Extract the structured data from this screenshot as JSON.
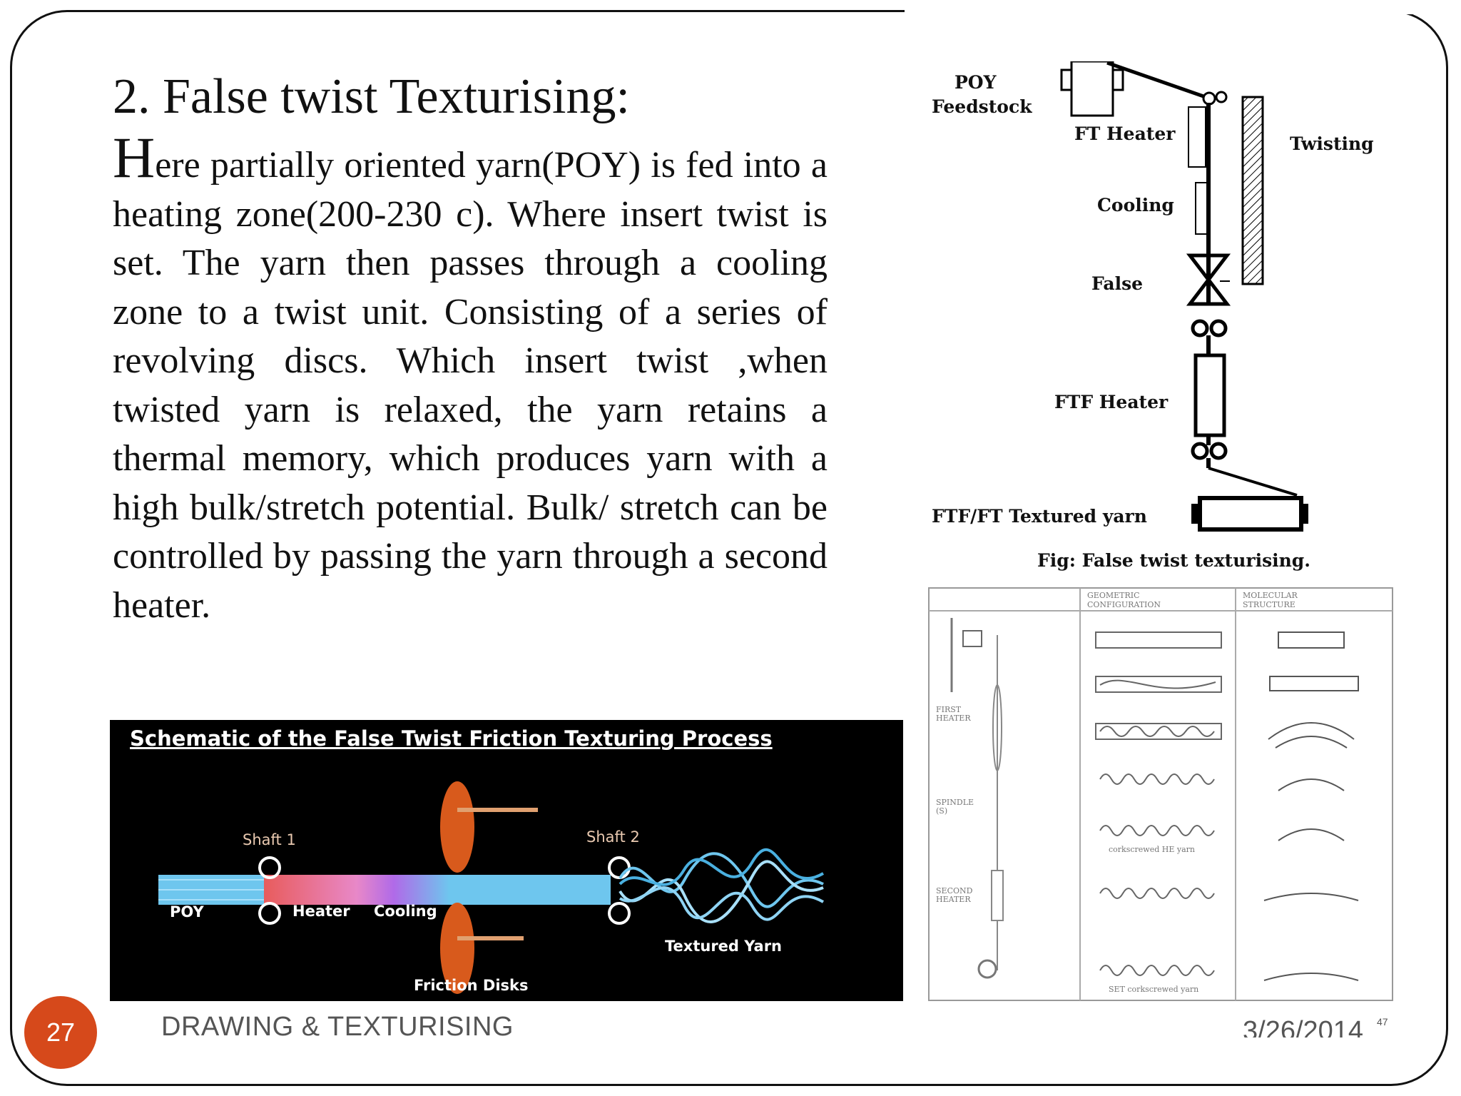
{
  "slide": {
    "title": "2. False twist Texturising:",
    "body_cap": "H",
    "body_rest": "ere partially oriented yarn(POY) is fed into  a heating zone(200-230 c). Where insert twist is set. The yarn then passes through a cooling zone to a twist unit. Consisting of a series of  revolving discs. Which insert twist ,when  twisted yarn is relaxed, the yarn retains a thermal memory, which produces yarn with a high bulk/stretch potential. Bulk/ stretch can be controlled  by passing the yarn through a second heater."
  },
  "schematic": {
    "title": "Schematic of the False Twist Friction Texturing Process",
    "labels": {
      "shaft1": "Shaft 1",
      "shaft2": "Shaft 2",
      "poy": "POY",
      "heater": "Heater",
      "cooling": "Cooling",
      "textured": "Textured Yarn",
      "friction": "Friction Disks"
    }
  },
  "ftt_figure": {
    "poy1": "POY",
    "poy2": "Feedstock",
    "ft_heater": "FT Heater",
    "twisting": "Twisting",
    "cooling": "Cooling",
    "false": "False",
    "ftf_heater": "FTF Heater",
    "textured": "FTF/FT Textured yarn",
    "caption": "Fig: False twist texturising."
  },
  "geo_table": {
    "col1a": "GEOMETRIC",
    "col1b": "CONFIGURATION",
    "col2a": "MOLECULAR",
    "col2b": "STRUCTURE",
    "first_a": "FIRST",
    "first_b": "HEATER",
    "spindle_a": "SPINDLE",
    "spindle_b": "(S)",
    "second_a": "SECOND",
    "second_b": "HEATER",
    "corkscrew_he": "corkscrewed HE yarn",
    "set_corkscrew": "SET corkscrewed yarn"
  },
  "footer": {
    "page_number": "27",
    "section": "DRAWING & TEXTURISING",
    "date": "3/26/2014",
    "sup": "47"
  }
}
